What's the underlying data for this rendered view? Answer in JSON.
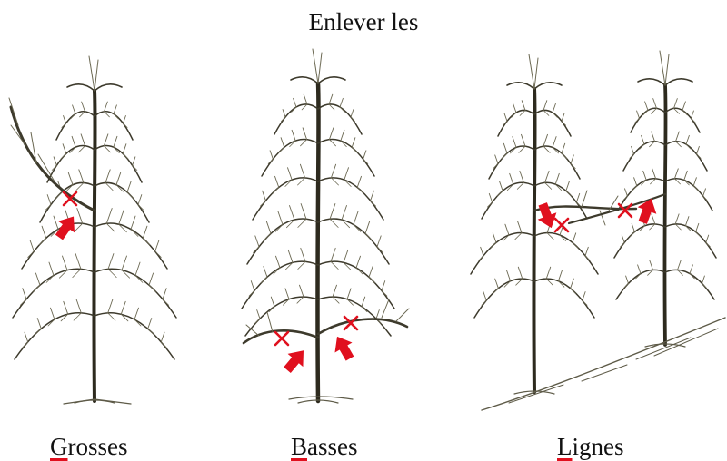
{
  "title": "Enlever les",
  "captions": [
    {
      "initial": "G",
      "rest": "rosses"
    },
    {
      "initial": "B",
      "rest": "asses"
    },
    {
      "initial": "L",
      "rest": "ignes"
    }
  ],
  "colors": {
    "marker": "#e0101e",
    "branch": "#2d2a1e",
    "background": "#ffffff"
  },
  "icons": [
    "cut-mark-icon",
    "red-arrow-icon"
  ]
}
